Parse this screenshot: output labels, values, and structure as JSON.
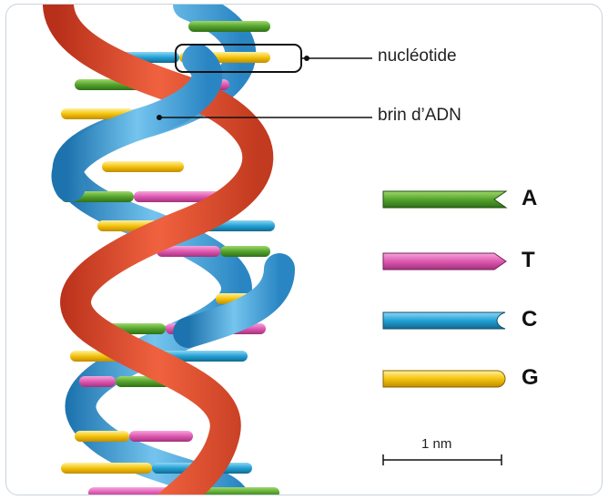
{
  "labels": {
    "nucleotide": "nucléotide",
    "strand": "brin d’ADN"
  },
  "legend": [
    {
      "letter": "A",
      "color": "#5aa832",
      "shape": "notch"
    },
    {
      "letter": "T",
      "color": "#e35fb3",
      "shape": "arrow"
    },
    {
      "letter": "C",
      "color": "#2aa6d8",
      "shape": "cup"
    },
    {
      "letter": "G",
      "color": "#f4c20d",
      "shape": "round"
    }
  ],
  "scale": {
    "label": "1 nm"
  },
  "colors": {
    "strand_red": "#e1452b",
    "strand_blue": "#2f93cf",
    "frame": "#c9d3dc"
  }
}
